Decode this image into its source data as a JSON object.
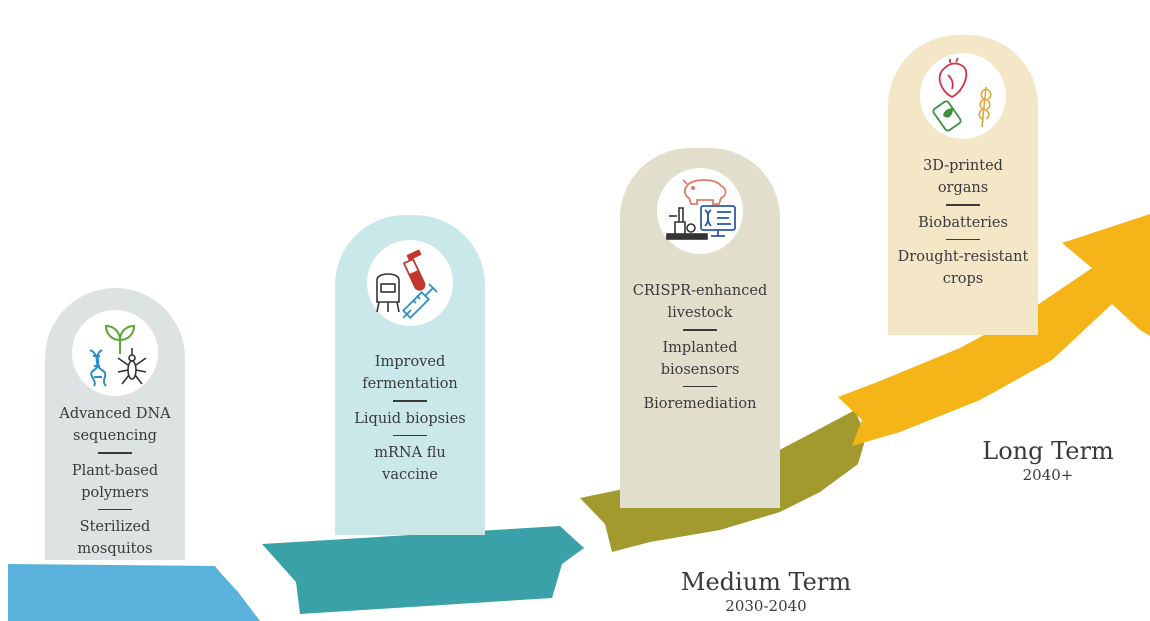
{
  "stages": [
    {
      "items": [
        "Advanced DNA sequencing",
        "Plant-based polymers",
        "Sterilized mosquitos"
      ],
      "icons": [
        "plant-sprout-icon",
        "dna-helix-icon",
        "mosquito-icon"
      ],
      "colors": {
        "pill": "#dde2e2",
        "arrow": "#5ab2dc"
      }
    },
    {
      "items": [
        "Improved fermentation",
        "Liquid biopsies",
        "mRNA flu vaccine"
      ],
      "icons": [
        "fermentation-tank-icon",
        "blood-test-tube-icon",
        "syringe-icon"
      ],
      "colors": {
        "pill": "#cae8ea",
        "arrow": "#3aa1a8"
      }
    },
    {
      "items": [
        "CRISPR-enhanced livestock",
        "Implanted biosensors",
        "Bioremediation"
      ],
      "icons": [
        "pig-icon",
        "lab-microscope-icon",
        "dna-monitor-icon"
      ],
      "colors": {
        "pill": "#e1decb",
        "arrow": "#a29a2e"
      }
    },
    {
      "items": [
        "3D-printed organs",
        "Biobatteries",
        "Drought-resistant crops"
      ],
      "icons": [
        "heart-organ-icon",
        "battery-leaf-icon",
        "wheat-icon"
      ],
      "colors": {
        "pill": "#f3e7c8",
        "arrow": "#f5b417"
      }
    }
  ],
  "terms": {
    "medium": {
      "name": "Medium Term",
      "years": "2030-2040"
    },
    "long": {
      "name": "Long Term",
      "years": "2040+"
    }
  }
}
